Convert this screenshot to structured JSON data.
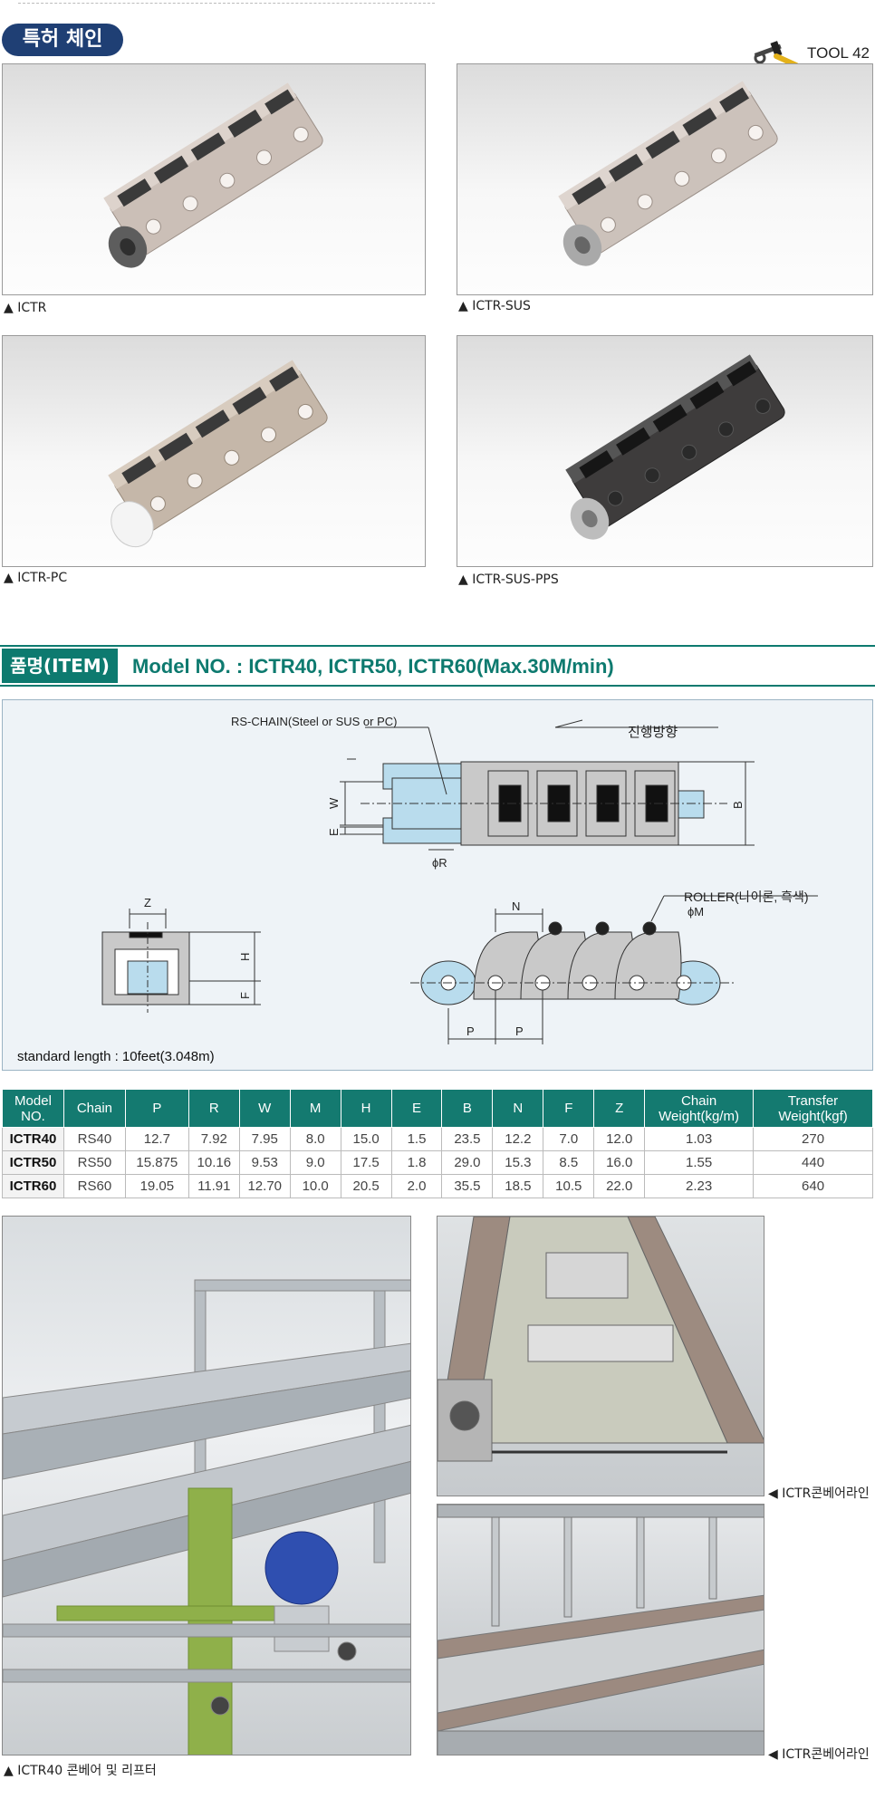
{
  "header": {
    "badge": "특허 체인",
    "tool_label": "TOOL 42",
    "tool_icon": "hammer-wrench-icon"
  },
  "products": [
    {
      "caption": "▲ ICTR",
      "body_color": "#c8bdb5",
      "pin_color": "#6b6b6b"
    },
    {
      "caption": "▲ ICTR-SUS",
      "body_color": "#c9bfb8",
      "pin_color": "#a8a8a8"
    },
    {
      "caption": "▲ ICTR-PC",
      "body_color": "#c4b6a8",
      "pin_color": "#f2f2f2"
    },
    {
      "caption": "▲ ICTR-SUS-PPS",
      "body_color": "#3c3a3a",
      "pin_color": "#b8b8b8"
    }
  ],
  "item": {
    "tag": "품명(ITEM)",
    "title": "Model NO. : ICTR40, ICTR50, ICTR60(Max.30M/min)"
  },
  "drawing": {
    "rs_chain_label": "RS-CHAIN(Steel or SUS or PC)",
    "direction_label": "진행방향",
    "roller_label": "ROLLER(나이론, 흑색)",
    "dim_b": "B",
    "dim_w": "W",
    "dim_e": "E",
    "dim_r": "ϕR",
    "dim_m": "ϕM",
    "dim_n": "N",
    "dim_z": "Z",
    "dim_h": "H",
    "dim_f": "F",
    "dim_p1": "P",
    "dim_p2": "P",
    "standard_length": "standard length : 10feet(3.048m)"
  },
  "table": {
    "headers": [
      "Model NO.",
      "Chain",
      "P",
      "R",
      "W",
      "M",
      "H",
      "E",
      "B",
      "N",
      "F",
      "Z",
      "Chain Weight(kg/m)",
      "Transfer Weight(kgf)"
    ],
    "rows": [
      [
        "ICTR40",
        "RS40",
        "12.7",
        "7.92",
        "7.95",
        "8.0",
        "15.0",
        "1.5",
        "23.5",
        "12.2",
        "7.0",
        "12.0",
        "1.03",
        "270"
      ],
      [
        "ICTR50",
        "RS50",
        "15.875",
        "10.16",
        "9.53",
        "9.0",
        "17.5",
        "1.8",
        "29.0",
        "15.3",
        "8.5",
        "16.0",
        "1.55",
        "440"
      ],
      [
        "ICTR60",
        "RS60",
        "19.05",
        "11.91",
        "12.70",
        "10.0",
        "20.5",
        "2.0",
        "35.5",
        "18.5",
        "10.5",
        "22.0",
        "2.23",
        "640"
      ]
    ]
  },
  "photos": {
    "left_caption": "▲ ICTR40 콘베어 및 리프터",
    "right_top_caption": "◀ ICTR콘베어라인",
    "right_bottom_caption": "◀ ICTR콘베어라인"
  }
}
